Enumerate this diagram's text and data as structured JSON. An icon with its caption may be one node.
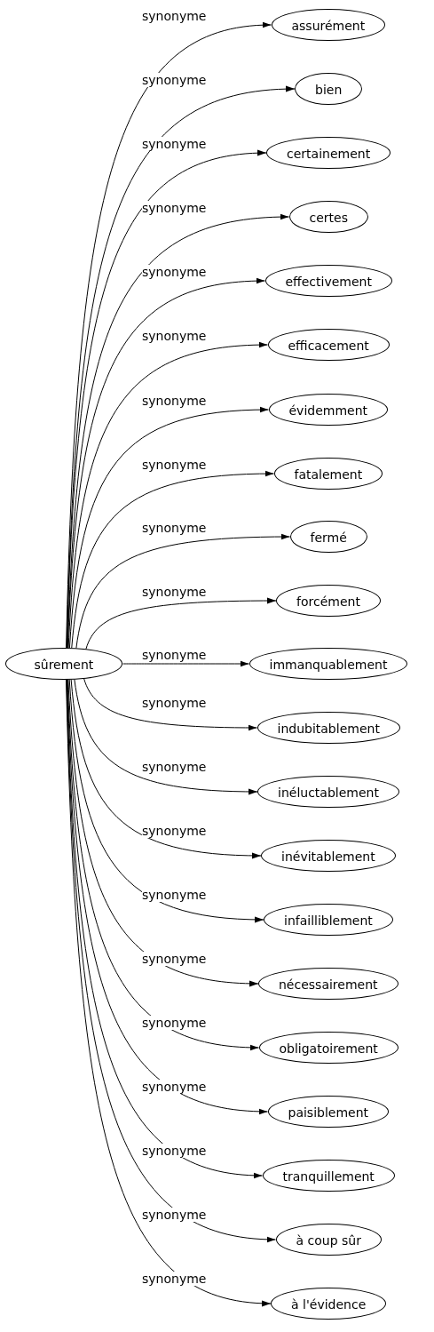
{
  "diagram": {
    "nodes": [
      {
        "text": [
          "sûrement"
        ]
      },
      {
        "text": [
          "assurément"
        ]
      },
      {
        "text": [
          "bien"
        ]
      },
      {
        "text": [
          "certainement"
        ]
      },
      {
        "text": [
          "certes"
        ]
      },
      {
        "text": [
          "effectivement"
        ]
      },
      {
        "text": [
          "efficacement"
        ]
      },
      {
        "text": [
          "évidemment"
        ]
      },
      {
        "text": [
          "fatalement"
        ]
      },
      {
        "text": [
          "fermé"
        ]
      },
      {
        "text": [
          "forcément"
        ]
      },
      {
        "text": [
          "immanquablement"
        ]
      },
      {
        "text": [
          "indubitablement"
        ]
      },
      {
        "text": [
          "inéluctablement"
        ]
      },
      {
        "text": [
          "inévitablement"
        ]
      },
      {
        "text": [
          "infailliblement"
        ]
      },
      {
        "text": [
          "nécessairement"
        ]
      },
      {
        "text": [
          "obligatoirement"
        ]
      },
      {
        "text": [
          "paisiblement"
        ]
      },
      {
        "text": [
          "tranquillement"
        ]
      },
      {
        "text": [
          "à coup sûr"
        ]
      },
      {
        "text": [
          "à l'évidence"
        ]
      }
    ],
    "edges": [
      {
        "from": 0,
        "to": 1,
        "arrow": "to",
        "label": "synonyme"
      },
      {
        "from": 0,
        "to": 2,
        "arrow": "to",
        "label": "synonyme"
      },
      {
        "from": 0,
        "to": 3,
        "arrow": "to",
        "label": "synonyme"
      },
      {
        "from": 0,
        "to": 4,
        "arrow": "to",
        "label": "synonyme"
      },
      {
        "from": 0,
        "to": 5,
        "arrow": "to",
        "label": "synonyme"
      },
      {
        "from": 0,
        "to": 6,
        "arrow": "to",
        "label": "synonyme"
      },
      {
        "from": 0,
        "to": 7,
        "arrow": "to",
        "label": "synonyme"
      },
      {
        "from": 0,
        "to": 8,
        "arrow": "to",
        "label": "synonyme"
      },
      {
        "from": 0,
        "to": 9,
        "arrow": "to",
        "label": "synonyme"
      },
      {
        "from": 0,
        "to": 10,
        "arrow": "to",
        "label": "synonyme"
      },
      {
        "from": 0,
        "to": 11,
        "arrow": "to",
        "label": "synonyme"
      },
      {
        "from": 0,
        "to": 12,
        "arrow": "to",
        "label": "synonyme"
      },
      {
        "from": 0,
        "to": 13,
        "arrow": "to",
        "label": "synonyme"
      },
      {
        "from": 0,
        "to": 14,
        "arrow": "to",
        "label": "synonyme"
      },
      {
        "from": 0,
        "to": 15,
        "arrow": "to",
        "label": "synonyme"
      },
      {
        "from": 0,
        "to": 16,
        "arrow": "to",
        "label": "synonyme"
      },
      {
        "from": 0,
        "to": 17,
        "arrow": "to",
        "label": "synonyme"
      },
      {
        "from": 0,
        "to": 18,
        "arrow": "to",
        "label": "synonyme"
      },
      {
        "from": 0,
        "to": 19,
        "arrow": "to",
        "label": "synonyme"
      },
      {
        "from": 0,
        "to": 20,
        "arrow": "to",
        "label": "synonyme"
      },
      {
        "from": 0,
        "to": 21,
        "arrow": "to",
        "label": "synonyme"
      }
    ]
  }
}
